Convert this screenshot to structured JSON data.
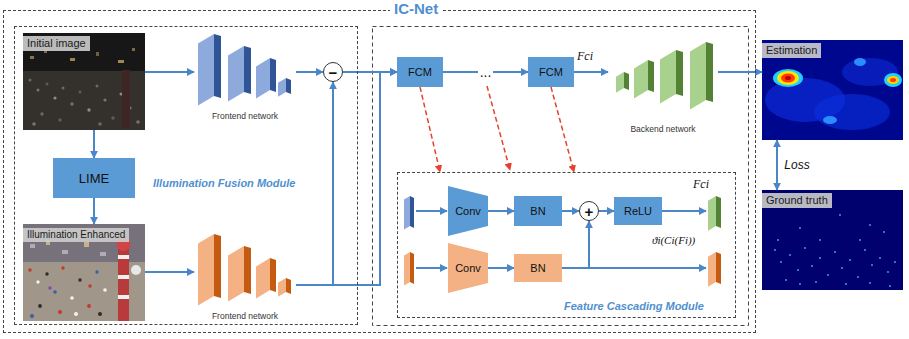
{
  "diagram": {
    "nodes": [
      {
        "text": [
          "IC-Net"
        ]
      },
      {
        "text": [
          "Illumination Fusion Module"
        ],
        "in": 0
      },
      {
        "text": [
          "Initial image"
        ],
        "in": 1
      },
      {
        "text": [
          "LIME"
        ],
        "in": 1
      },
      {
        "text": [
          "Illumination Enhanced"
        ],
        "in": 1
      },
      {
        "text": [
          "Frontend network"
        ],
        "in": 1
      },
      {
        "text": [
          "Frontend network"
        ],
        "in": 1
      },
      {
        "text": [
          "−"
        ],
        "in": 1
      },
      {
        "text": [
          "FCM"
        ],
        "in": 0
      },
      {
        "text": [
          "FCM"
        ],
        "in": 0
      },
      {
        "text": [
          "Backend network"
        ],
        "in": 0
      },
      {
        "text": [
          "Feature Cascading Module"
        ],
        "in": 0
      },
      {
        "text": [
          "Conv"
        ],
        "in": 11
      },
      {
        "text": [
          "BN"
        ],
        "in": 11
      },
      {
        "text": [
          "+"
        ],
        "in": 11
      },
      {
        "text": [
          "ReLU"
        ],
        "in": 11
      },
      {
        "text": [
          "Conv"
        ],
        "in": 11
      },
      {
        "text": [
          "BN"
        ],
        "in": 11
      },
      {
        "text": [
          "Estimation"
        ]
      },
      {
        "text": [
          "Ground truth"
        ]
      }
    ],
    "edges": [
      {
        "from": 2,
        "to": 5,
        "arrow": "to"
      },
      {
        "from": 2,
        "to": 3,
        "arrow": "to"
      },
      {
        "from": 3,
        "to": 4,
        "arrow": "to"
      },
      {
        "from": 4,
        "to": 6,
        "arrow": "to"
      },
      {
        "from": 5,
        "to": 7,
        "arrow": "to"
      },
      {
        "from": 6,
        "to": 7,
        "arrow": "to"
      },
      {
        "from": 7,
        "to": 8,
        "arrow": "to"
      },
      {
        "from": 6,
        "to": 8,
        "arrow": "to"
      },
      {
        "from": 8,
        "to": 9,
        "label": "...",
        "arrow": "to"
      },
      {
        "from": 9,
        "to": 10,
        "arrow": "to"
      },
      {
        "from": 10,
        "to": 18,
        "arrow": "to"
      },
      {
        "from": 18,
        "to": 19,
        "label": "Loss",
        "arrow": "both"
      },
      {
        "from": 8,
        "to": 11,
        "arrow": "to"
      },
      {
        "from": 9,
        "to": 11,
        "arrow": "to"
      },
      {
        "from": 12,
        "to": 13,
        "arrow": "to"
      },
      {
        "from": 13,
        "to": 14,
        "arrow": "to"
      },
      {
        "from": 14,
        "to": 15,
        "arrow": "to"
      },
      {
        "from": 16,
        "to": 17,
        "arrow": "to"
      },
      {
        "from": 17,
        "to": 14,
        "arrow": "to"
      }
    ],
    "labels": [
      "Fci",
      "Fci",
      "ϑi(Ci(Fi))"
    ]
  }
}
